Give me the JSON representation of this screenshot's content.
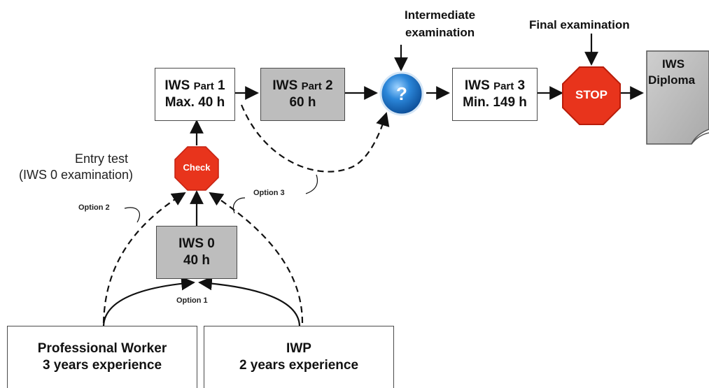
{
  "nodes": {
    "iws_part1": {
      "prefix": "IWS",
      "part": "Part",
      "num": "1",
      "hours": "Max. 40 h"
    },
    "iws_part2": {
      "prefix": "IWS",
      "part": "Part",
      "num": "2",
      "hours": "60 h"
    },
    "iws_part3": {
      "prefix": "IWS",
      "part": "Part",
      "num": "3",
      "hours": "Min. 149 h"
    },
    "iws0": {
      "title": "IWS 0",
      "hours": "40 h"
    },
    "professional": {
      "line1": "Professional Worker",
      "line2": "3 years experience"
    },
    "iwp": {
      "line1": "IWP",
      "line2": "2 years experience"
    },
    "diploma": {
      "line1": "IWS",
      "line2": "Diploma"
    }
  },
  "check": {
    "label": "Check"
  },
  "stop": {
    "label": "STOP"
  },
  "question": {
    "symbol": "?"
  },
  "labels": {
    "intermediate_line1": "Intermediate",
    "intermediate_line2": "examination",
    "final": "Final examination",
    "entry_line1": "Entry test",
    "entry_line2": "(IWS 0 examination)",
    "option1": "Option 1",
    "option2": "Option 2",
    "option3": "Option 3"
  },
  "colors": {
    "octagon_red": "#e8341c",
    "box_gray": "#bdbdbd",
    "question_blue": "#1a73c8",
    "arrow": "#111111"
  }
}
